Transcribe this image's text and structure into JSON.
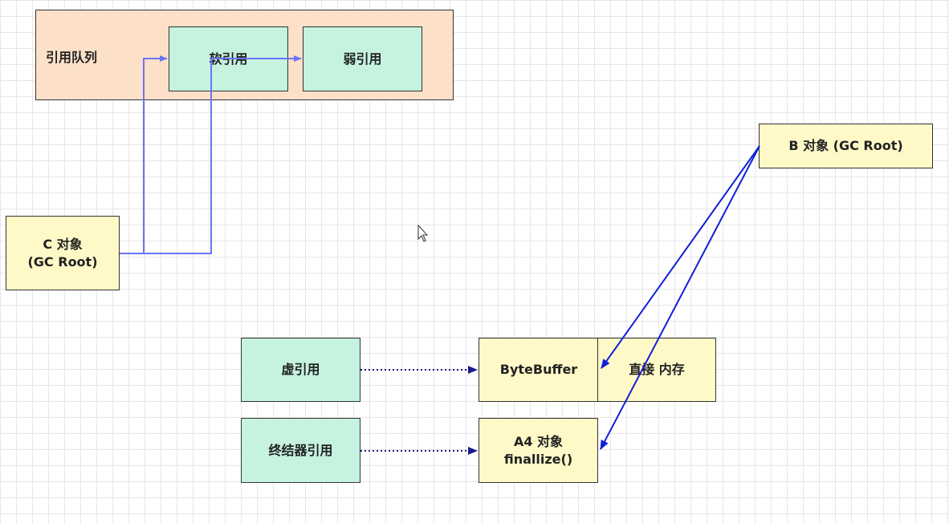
{
  "queue": {
    "label": "引用队列"
  },
  "soft_ref": {
    "label": "软引用"
  },
  "weak_ref": {
    "label": "弱引用"
  },
  "obj_c": {
    "line1": "C 对象",
    "line2": "(GC Root)"
  },
  "obj_b": {
    "label": "B 对象  (GC Root)"
  },
  "phantom_ref": {
    "label": "虚引用"
  },
  "finalizer_ref": {
    "label": "终结器引用"
  },
  "bytebuffer": {
    "label": "ByteBuffer"
  },
  "direct_memory": {
    "label": "直接 内存"
  },
  "obj_a4": {
    "line1": "A4 对象",
    "line2": "finallize()"
  },
  "colors": {
    "green": "#c6f2e0",
    "yellow": "#fff9c8",
    "queue": "#fde0c8",
    "light_arrow": "#6b74f5",
    "dark_arrow": "#1020d8",
    "dotted_arrow": "#1a1a8a"
  },
  "icons": {
    "cursor": "mouse-pointer-icon"
  }
}
